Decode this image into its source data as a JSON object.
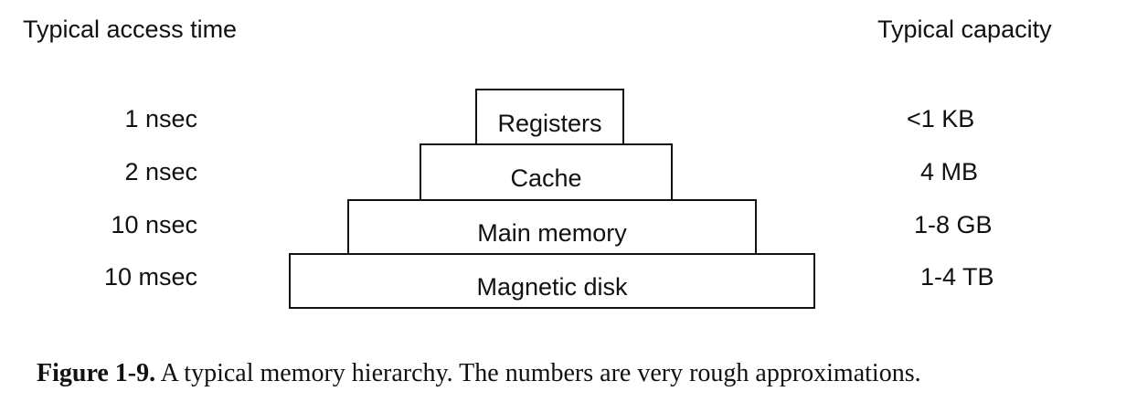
{
  "headers": {
    "access_time": "Typical access time",
    "capacity": "Typical capacity"
  },
  "levels": [
    {
      "name": "Registers",
      "access_time": "1 nsec",
      "capacity": "<1 KB"
    },
    {
      "name": "Cache",
      "access_time": "2 nsec",
      "capacity": "4 MB"
    },
    {
      "name": "Main memory",
      "access_time": "10 nsec",
      "capacity": "1-8 GB"
    },
    {
      "name": "Magnetic disk",
      "access_time": "10 msec",
      "capacity": "1-4 TB"
    }
  ],
  "caption": {
    "number": "Figure 1-9.",
    "text": "A typical memory hierarchy. The numbers are very rough approximations."
  }
}
